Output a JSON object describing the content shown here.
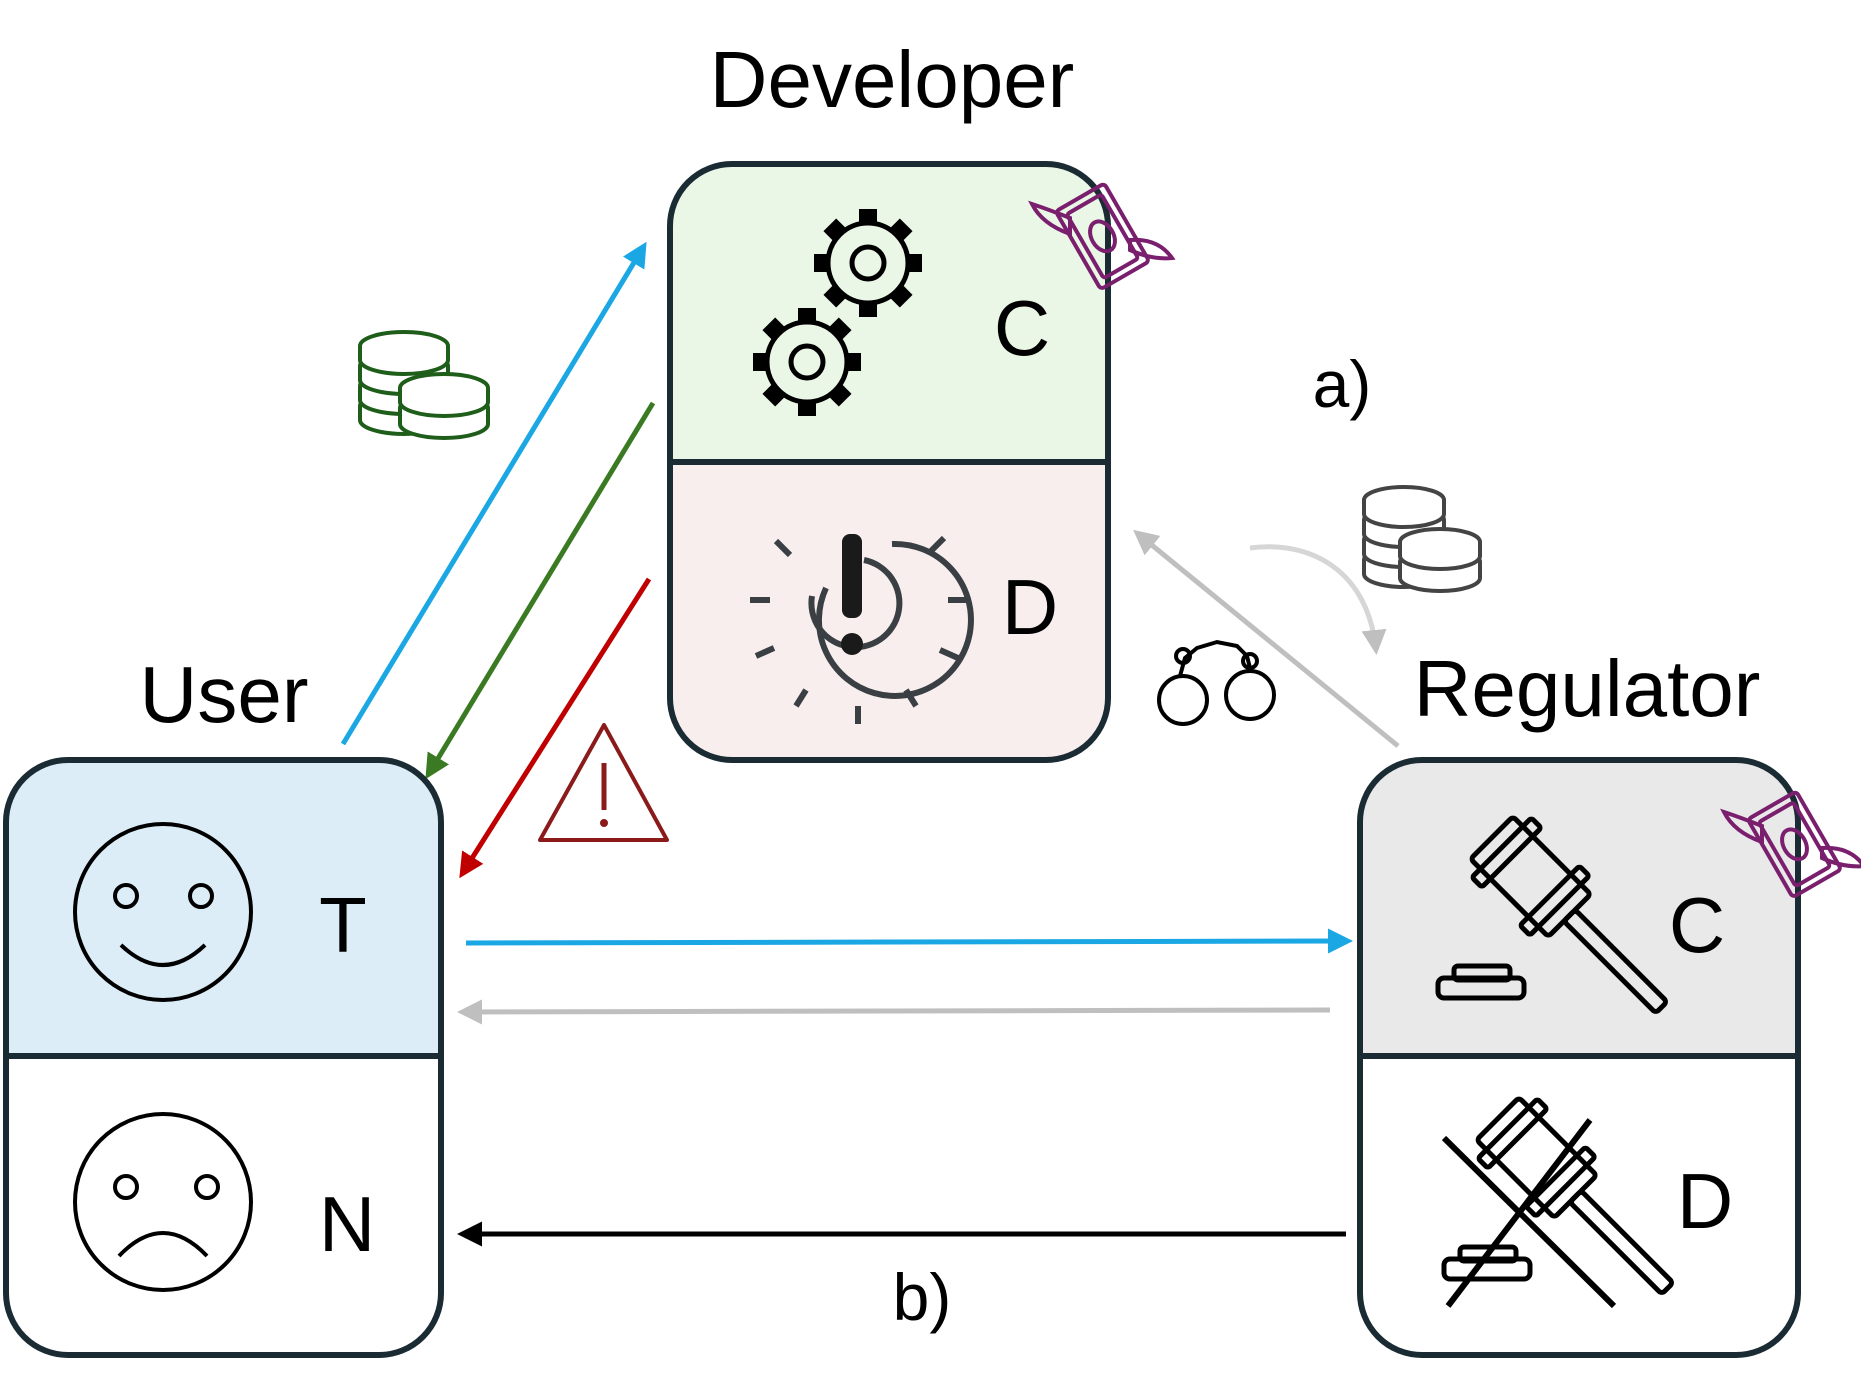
{
  "diagram": {
    "developer": {
      "title": "Developer",
      "cooperate_letter": "C",
      "defect_letter": "D",
      "colors": {
        "cooperate_fill": "#eaf6e6",
        "defect_fill": "#f8eeee"
      }
    },
    "user": {
      "title": "User",
      "trust_letter": "T",
      "no_trust_letter": "N",
      "colors": {
        "trust_fill": "#dcedf7",
        "no_trust_fill": "#ffffff"
      }
    },
    "regulator": {
      "title": "Regulator",
      "cooperate_letter": "C",
      "defect_letter": "D",
      "colors": {
        "cooperate_fill": "#e9e9e9",
        "defect_fill": "#ffffff"
      }
    },
    "labels": {
      "a": "a)",
      "b": "b)"
    },
    "icons": {
      "developer_cooperate": "gears-icon",
      "developer_defect": "broken-gear-warning-icon",
      "user_trust": "smiley-face-icon",
      "user_no_trust": "sad-face-icon",
      "regulator_cooperate": "gavel-icon",
      "regulator_defect": "crossed-out-gavel-icon",
      "payment": "coin-stack-icon",
      "payment_gray": "coin-stack-gray-icon",
      "cost": "flying-money-icon",
      "punishment": "handcuffs-icon",
      "risk": "warning-triangle-icon"
    },
    "colors": {
      "blue_arrow": "#1aa7e3",
      "green_arrow": "#3a7a22",
      "red_arrow": "#c00000",
      "gray_arrow": "#bfbfbf",
      "black_arrow": "#000000",
      "money_icon": "#7a1f6e",
      "coins_green": "#1f5e1a",
      "box_border": "#1b2b33"
    }
  }
}
